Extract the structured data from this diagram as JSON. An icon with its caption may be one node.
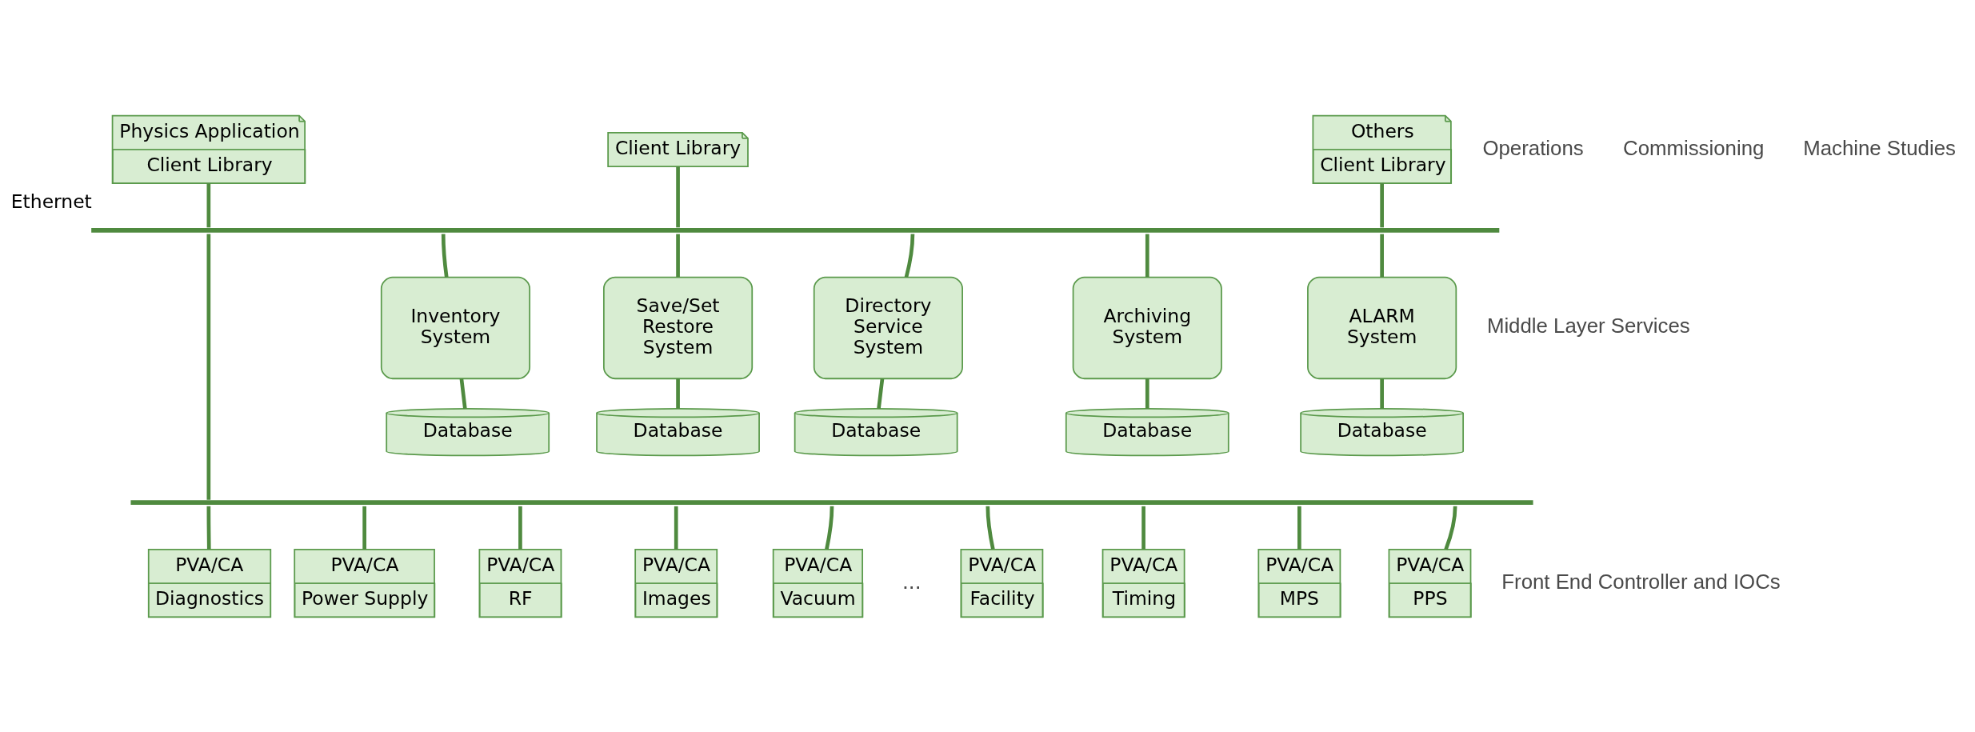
{
  "diagram": {
    "nodes": [
      {
        "text": [
          "Physics Application",
          "Client Library"
        ]
      },
      {
        "text": [
          "Client Library"
        ]
      },
      {
        "text": [
          "Others",
          "Client Library"
        ]
      },
      {
        "text": [],
        "shape": "bar",
        "beside": [
          "Ethernet"
        ]
      },
      {
        "text": [
          "Inventory System"
        ]
      },
      {
        "text": [
          "Save/Set Restore System"
        ]
      },
      {
        "text": [
          "Directory Service System"
        ]
      },
      {
        "text": [
          "Archiving System"
        ]
      },
      {
        "text": [
          "ALARM System"
        ]
      },
      {
        "text": [
          "Database"
        ]
      },
      {
        "text": [
          "Database"
        ]
      },
      {
        "text": [
          "Database"
        ]
      },
      {
        "text": [
          "Database"
        ]
      },
      {
        "text": [
          "Database"
        ]
      },
      {
        "text": [],
        "shape": "bar"
      },
      {
        "text": [
          "PVA/CA",
          "Diagnostics"
        ]
      },
      {
        "text": [
          "PVA/CA",
          "Power Supply"
        ]
      },
      {
        "text": [
          "PVA/CA",
          "RF"
        ]
      },
      {
        "text": [
          "PVA/CA",
          "Images"
        ]
      },
      {
        "text": [
          "PVA/CA",
          "Vacuum"
        ]
      },
      {
        "text": [
          "PVA/CA",
          "Facility"
        ]
      },
      {
        "text": [
          "PVA/CA",
          "Timing"
        ]
      },
      {
        "text": [
          "PVA/CA",
          "MPS"
        ]
      },
      {
        "text": [
          "PVA/CA",
          "PPS"
        ]
      }
    ],
    "edges": [
      {
        "from": 0,
        "to": 3,
        "arrow": "none"
      },
      {
        "from": 1,
        "to": 3,
        "arrow": "none"
      },
      {
        "from": 2,
        "to": 3,
        "arrow": "none"
      },
      {
        "from": 3,
        "to": 4,
        "arrow": "none"
      },
      {
        "from": 3,
        "to": 5,
        "arrow": "none"
      },
      {
        "from": 3,
        "to": 6,
        "arrow": "none"
      },
      {
        "from": 3,
        "to": 7,
        "arrow": "none"
      },
      {
        "from": 3,
        "to": 8,
        "arrow": "none"
      },
      {
        "from": 4,
        "to": 9,
        "arrow": "none"
      },
      {
        "from": 5,
        "to": 10,
        "arrow": "none"
      },
      {
        "from": 6,
        "to": 11,
        "arrow": "none"
      },
      {
        "from": 7,
        "to": 12,
        "arrow": "none"
      },
      {
        "from": 8,
        "to": 13,
        "arrow": "none"
      },
      {
        "from": 3,
        "to": 14,
        "arrow": "none"
      },
      {
        "from": 14,
        "to": 15,
        "arrow": "none"
      },
      {
        "from": 14,
        "to": 16,
        "arrow": "none"
      },
      {
        "from": 14,
        "to": 17,
        "arrow": "none"
      },
      {
        "from": 14,
        "to": 18,
        "arrow": "none"
      },
      {
        "from": 14,
        "to": 19,
        "arrow": "none"
      },
      {
        "from": 14,
        "to": 20,
        "arrow": "none"
      },
      {
        "from": 14,
        "to": 21,
        "arrow": "none"
      },
      {
        "from": 14,
        "to": 22,
        "arrow": "none"
      },
      {
        "from": 14,
        "to": 23,
        "arrow": "none"
      }
    ],
    "labels": [
      "Operations",
      "Commissioning",
      "Machine Studies",
      "Middle Layer Services",
      "...",
      "Front End Controller and IOCs"
    ]
  }
}
